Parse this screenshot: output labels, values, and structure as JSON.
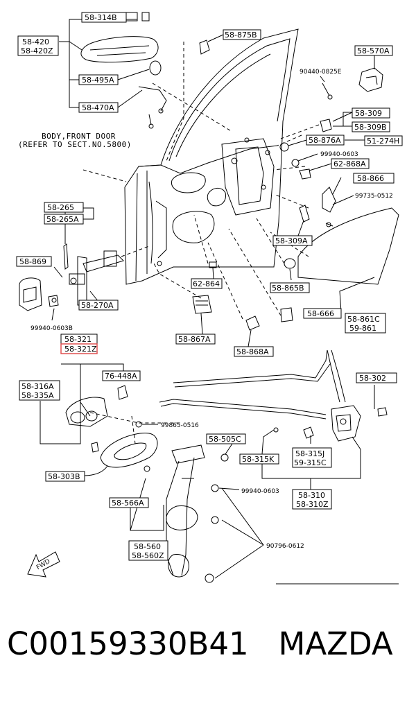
{
  "labels": {
    "l58314b": "58-314B",
    "l58420": "58-420",
    "l58420z": "58-420Z",
    "l58495a": "58-495A",
    "l58470a": "58-470A",
    "l58875b": "58-875B",
    "l58570a": "58-570A",
    "l58309": "58-309",
    "l58309b": "58-309B",
    "l58876a": "58-876A",
    "l51274h": "51-274H",
    "l62868a": "62-868A",
    "l58866": "58-866",
    "l58265": "58-265",
    "l58265a": "58-265A",
    "l58309a": "58-309A",
    "l58869": "58-869",
    "l62864": "62-864",
    "l58865b": "58-865B",
    "l58270a": "58-270A",
    "l58666": "58-666",
    "l58861c": "58-861C",
    "l59861": "59-861",
    "l58867a": "58-867A",
    "l58868a": "58-868A",
    "l58321": "58-321",
    "l58321z": "58-321Z",
    "l76448a": "76-448A",
    "l58302": "58-302",
    "l58316a": "58-316A",
    "l58335a": "58-335A",
    "l58505c": "58-505C",
    "l58315k": "58-315K",
    "l58315j": "58-315J",
    "l59315c": "59-315C",
    "l58303b": "58-303B",
    "l58566a": "58-566A",
    "l58310": "58-310",
    "l58310z": "58-310Z",
    "l58560": "58-560",
    "l58560z": "58-560Z"
  },
  "codes": {
    "c90440": "90440-0825E",
    "c99940a": "99940-0603",
    "c99735": "99735-0512",
    "c99940b": "99940-0603B",
    "c99865": "99865-0516",
    "c99940c": "99940-0603",
    "c90796": "90796-0612"
  },
  "notes": {
    "body_line1": "BODY,FRONT DOOR",
    "body_line2": "(REFER TO SECT.NO.5800)",
    "fwd": "FWD"
  },
  "footer": {
    "part_number": "C00159330B41",
    "brand": "MAZDA"
  },
  "colors": {
    "highlight": "#e05050",
    "line": "#000000"
  }
}
